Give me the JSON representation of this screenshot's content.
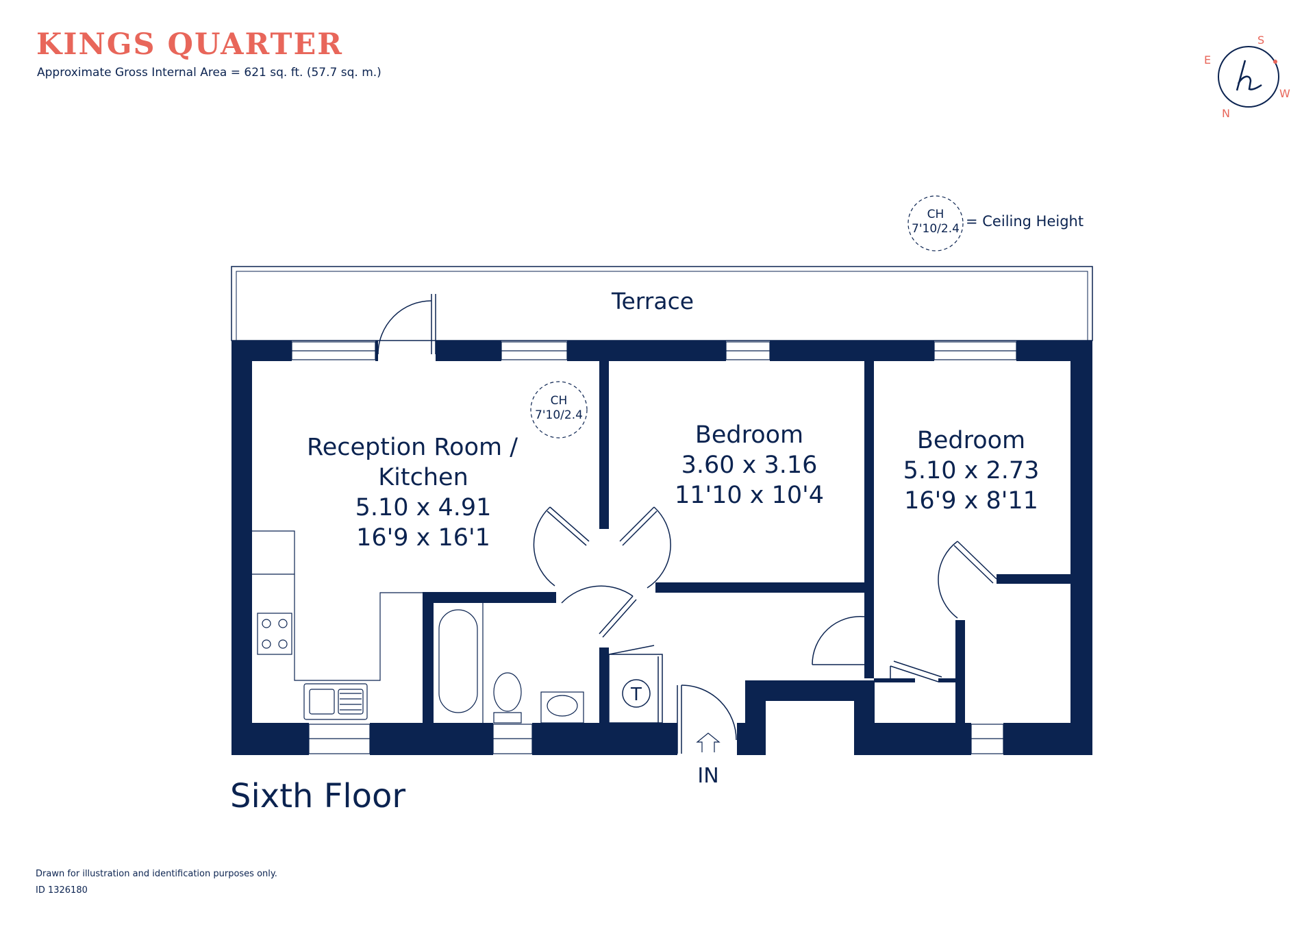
{
  "header": {
    "brand": "KINGS QUARTER",
    "area_text": "Approximate Gross Internal Area  = 621 sq. ft. (57.7 sq. m.)"
  },
  "compass": {
    "north": "N",
    "south": "S",
    "east": "E",
    "west": "W",
    "logo_letter": "h"
  },
  "legend": {
    "ch_label": "CH",
    "ch_value": "7'10/2.4",
    "ch_meaning": "= Ceiling Height"
  },
  "rooms": {
    "terrace": "Terrace",
    "reception": {
      "name_line1": "Reception Room /",
      "name_line2": "Kitchen",
      "metric": "5.10 x 4.91",
      "imperial": "16'9 x 16'1",
      "ch_label": "CH",
      "ch_value": "7'10/2.4"
    },
    "bedroom1": {
      "name": "Bedroom",
      "metric": "3.60 x 3.16",
      "imperial": "11'10 x 10'4"
    },
    "bedroom2": {
      "name": "Bedroom",
      "metric": "5.10 x 2.73",
      "imperial": "16'9 x 8'11"
    },
    "tank_label": "T",
    "entrance": "IN"
  },
  "floor_label": "Sixth Floor",
  "footer": {
    "note": "Drawn for illustration and identification purposes only.",
    "id": "ID 1326180"
  },
  "colors": {
    "wall": "#0b2350",
    "brand": "#e8665a",
    "line": "#0b2350"
  }
}
